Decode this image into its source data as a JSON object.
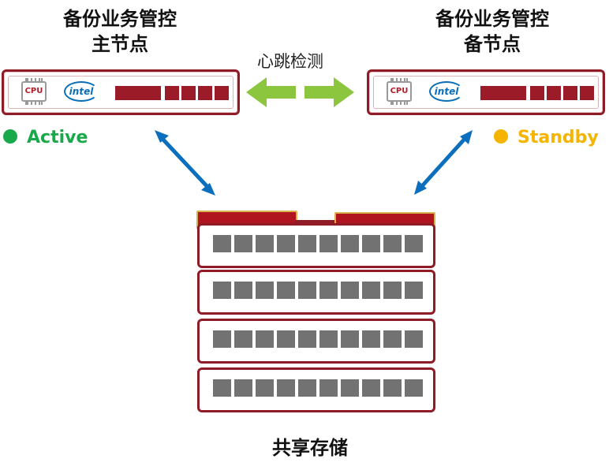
{
  "primary": {
    "title_line1": "备份业务管控",
    "title_line2": "主节点",
    "status": "Active",
    "status_color": "#19a84a",
    "cpu_label": "CPU",
    "brand": "intel"
  },
  "standby": {
    "title_line1": "备份业务管控",
    "title_line2": "备节点",
    "status": "Standby",
    "status_color": "#f4b400",
    "cpu_label": "CPU",
    "brand": "intel"
  },
  "heartbeat": {
    "label": "心跳检测",
    "arrow_color": "#8cc63f"
  },
  "storage": {
    "label": "共享存储",
    "shelf_count": 4,
    "slots_per_shelf": 10
  },
  "colors": {
    "device_border": "#8e1b26",
    "link_arrow": "#0b6fbd"
  }
}
